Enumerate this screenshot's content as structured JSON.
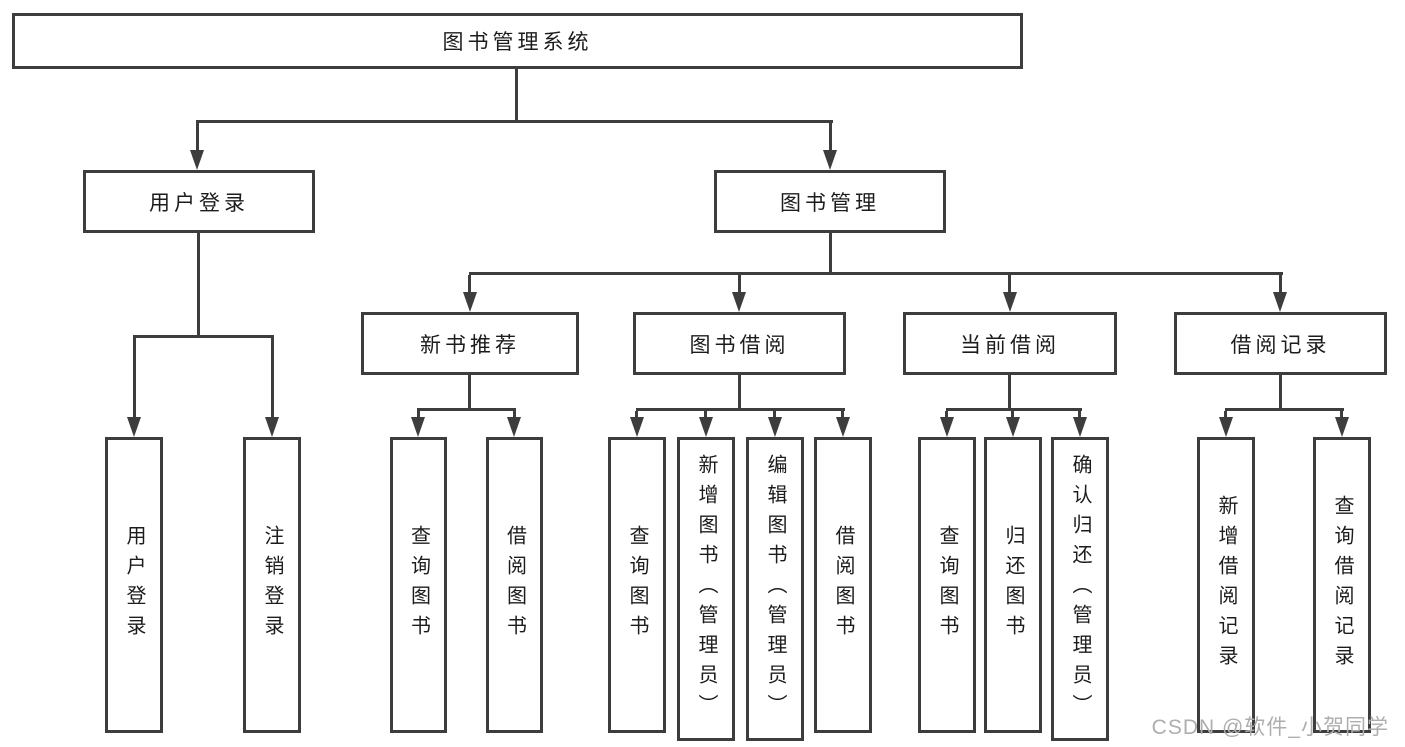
{
  "nodes": {
    "root": {
      "label": "图书管理系统"
    },
    "user_login": {
      "label": "用户登录"
    },
    "book_management": {
      "label": "图书管理"
    },
    "new_book_recommend": {
      "label": "新书推荐"
    },
    "book_borrow": {
      "label": "图书借阅"
    },
    "current_borrow": {
      "label": "当前借阅"
    },
    "borrow_record": {
      "label": "借阅记录"
    },
    "leaf_user_login": {
      "label": "用户登录"
    },
    "leaf_logout": {
      "label": "注销登录"
    },
    "leaf_query_book_recommend": {
      "label": "查询图书"
    },
    "leaf_borrow_book_recommend": {
      "label": "借阅图书"
    },
    "leaf_query_book_borrow": {
      "label": "查询图书"
    },
    "leaf_add_book_admin": {
      "label": "新增图书（管理员）"
    },
    "leaf_edit_book_admin": {
      "label": "编辑图书（管理员）"
    },
    "leaf_borrow_book_borrow": {
      "label": "借阅图书"
    },
    "leaf_query_book_current": {
      "label": "查询图书"
    },
    "leaf_return_book": {
      "label": "归还图书"
    },
    "leaf_confirm_return_admin": {
      "label": "确认归还（管理员）"
    },
    "leaf_add_borrow_record": {
      "label": "新增借阅记录"
    },
    "leaf_query_borrow_record": {
      "label": "查询借阅记录"
    }
  },
  "watermark": {
    "label": "CSDN @软件_小贺同学"
  },
  "colors": {
    "line": "#3d3d3d",
    "box_border": "#3d3d3d",
    "text": "#1c1c1c",
    "watermark": "#aeaeae",
    "background": "#ffffff"
  }
}
